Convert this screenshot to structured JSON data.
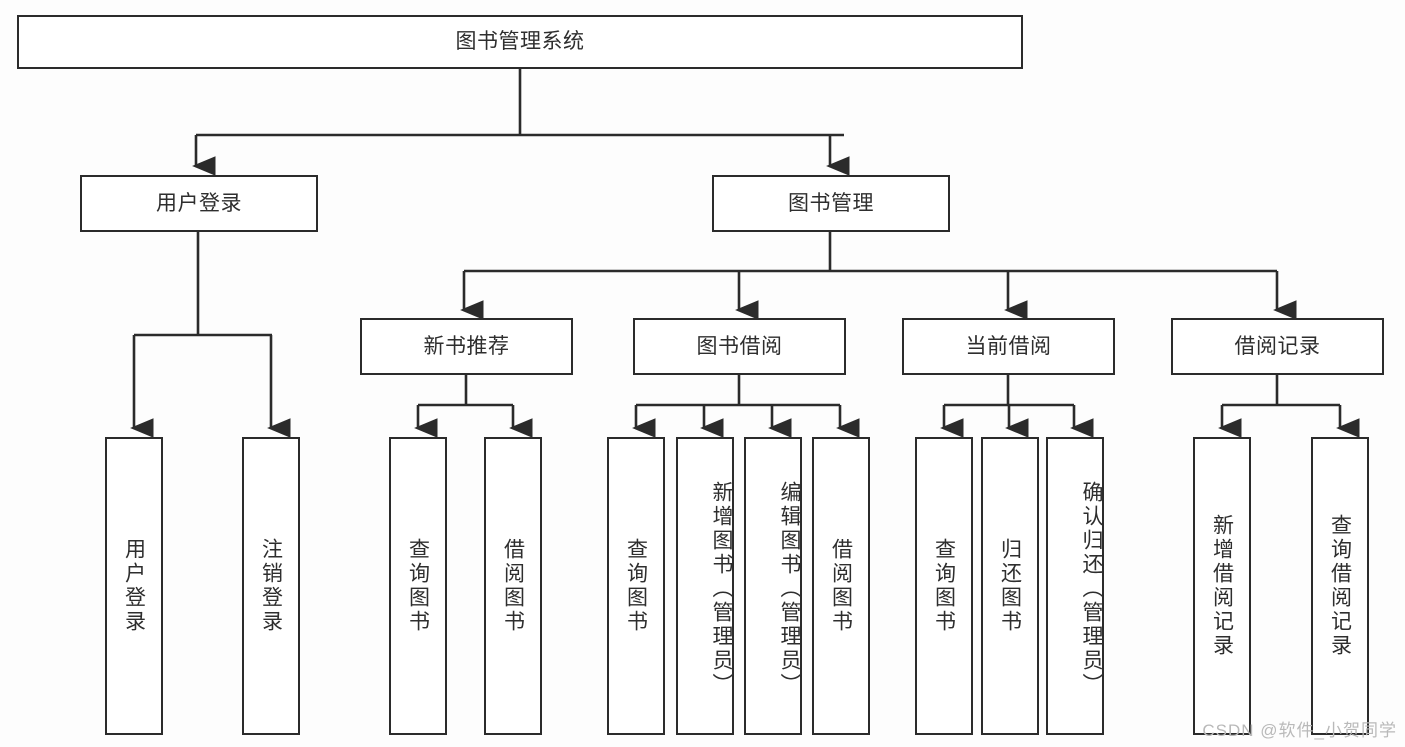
{
  "diagram": {
    "title": "图书管理系统",
    "type": "tree-hierarchy-diagram",
    "colors": {
      "border": "#2b2b2b",
      "text": "#2e2e2e",
      "background": "#fdfdfd",
      "watermark": "#b9b9b9"
    },
    "levels": {
      "root": {
        "label": "图书管理系统"
      },
      "level1": [
        {
          "label": "用户登录"
        },
        {
          "label": "图书管理"
        }
      ],
      "level2": [
        {
          "label": "新书推荐"
        },
        {
          "label": "图书借阅"
        },
        {
          "label": "当前借阅"
        },
        {
          "label": "借阅记录"
        }
      ],
      "leaves": {
        "user_login": [
          {
            "label": "用户登录"
          },
          {
            "label": "注销登录"
          }
        ],
        "new_book_recommend": [
          {
            "label": "查询图书"
          },
          {
            "label": "借阅图书"
          }
        ],
        "book_borrow": [
          {
            "label": "查询图书"
          },
          {
            "label": "新增图书（管理员）"
          },
          {
            "label": "编辑图书（管理员）"
          },
          {
            "label": "借阅图书"
          }
        ],
        "current_borrow": [
          {
            "label": "查询图书"
          },
          {
            "label": "归还图书"
          },
          {
            "label": "确认归还（管理员）"
          }
        ],
        "borrow_record": [
          {
            "label": "新增借阅记录"
          },
          {
            "label": "查询借阅记录"
          }
        ]
      }
    },
    "watermark": "CSDN @软件_小贺同学"
  }
}
